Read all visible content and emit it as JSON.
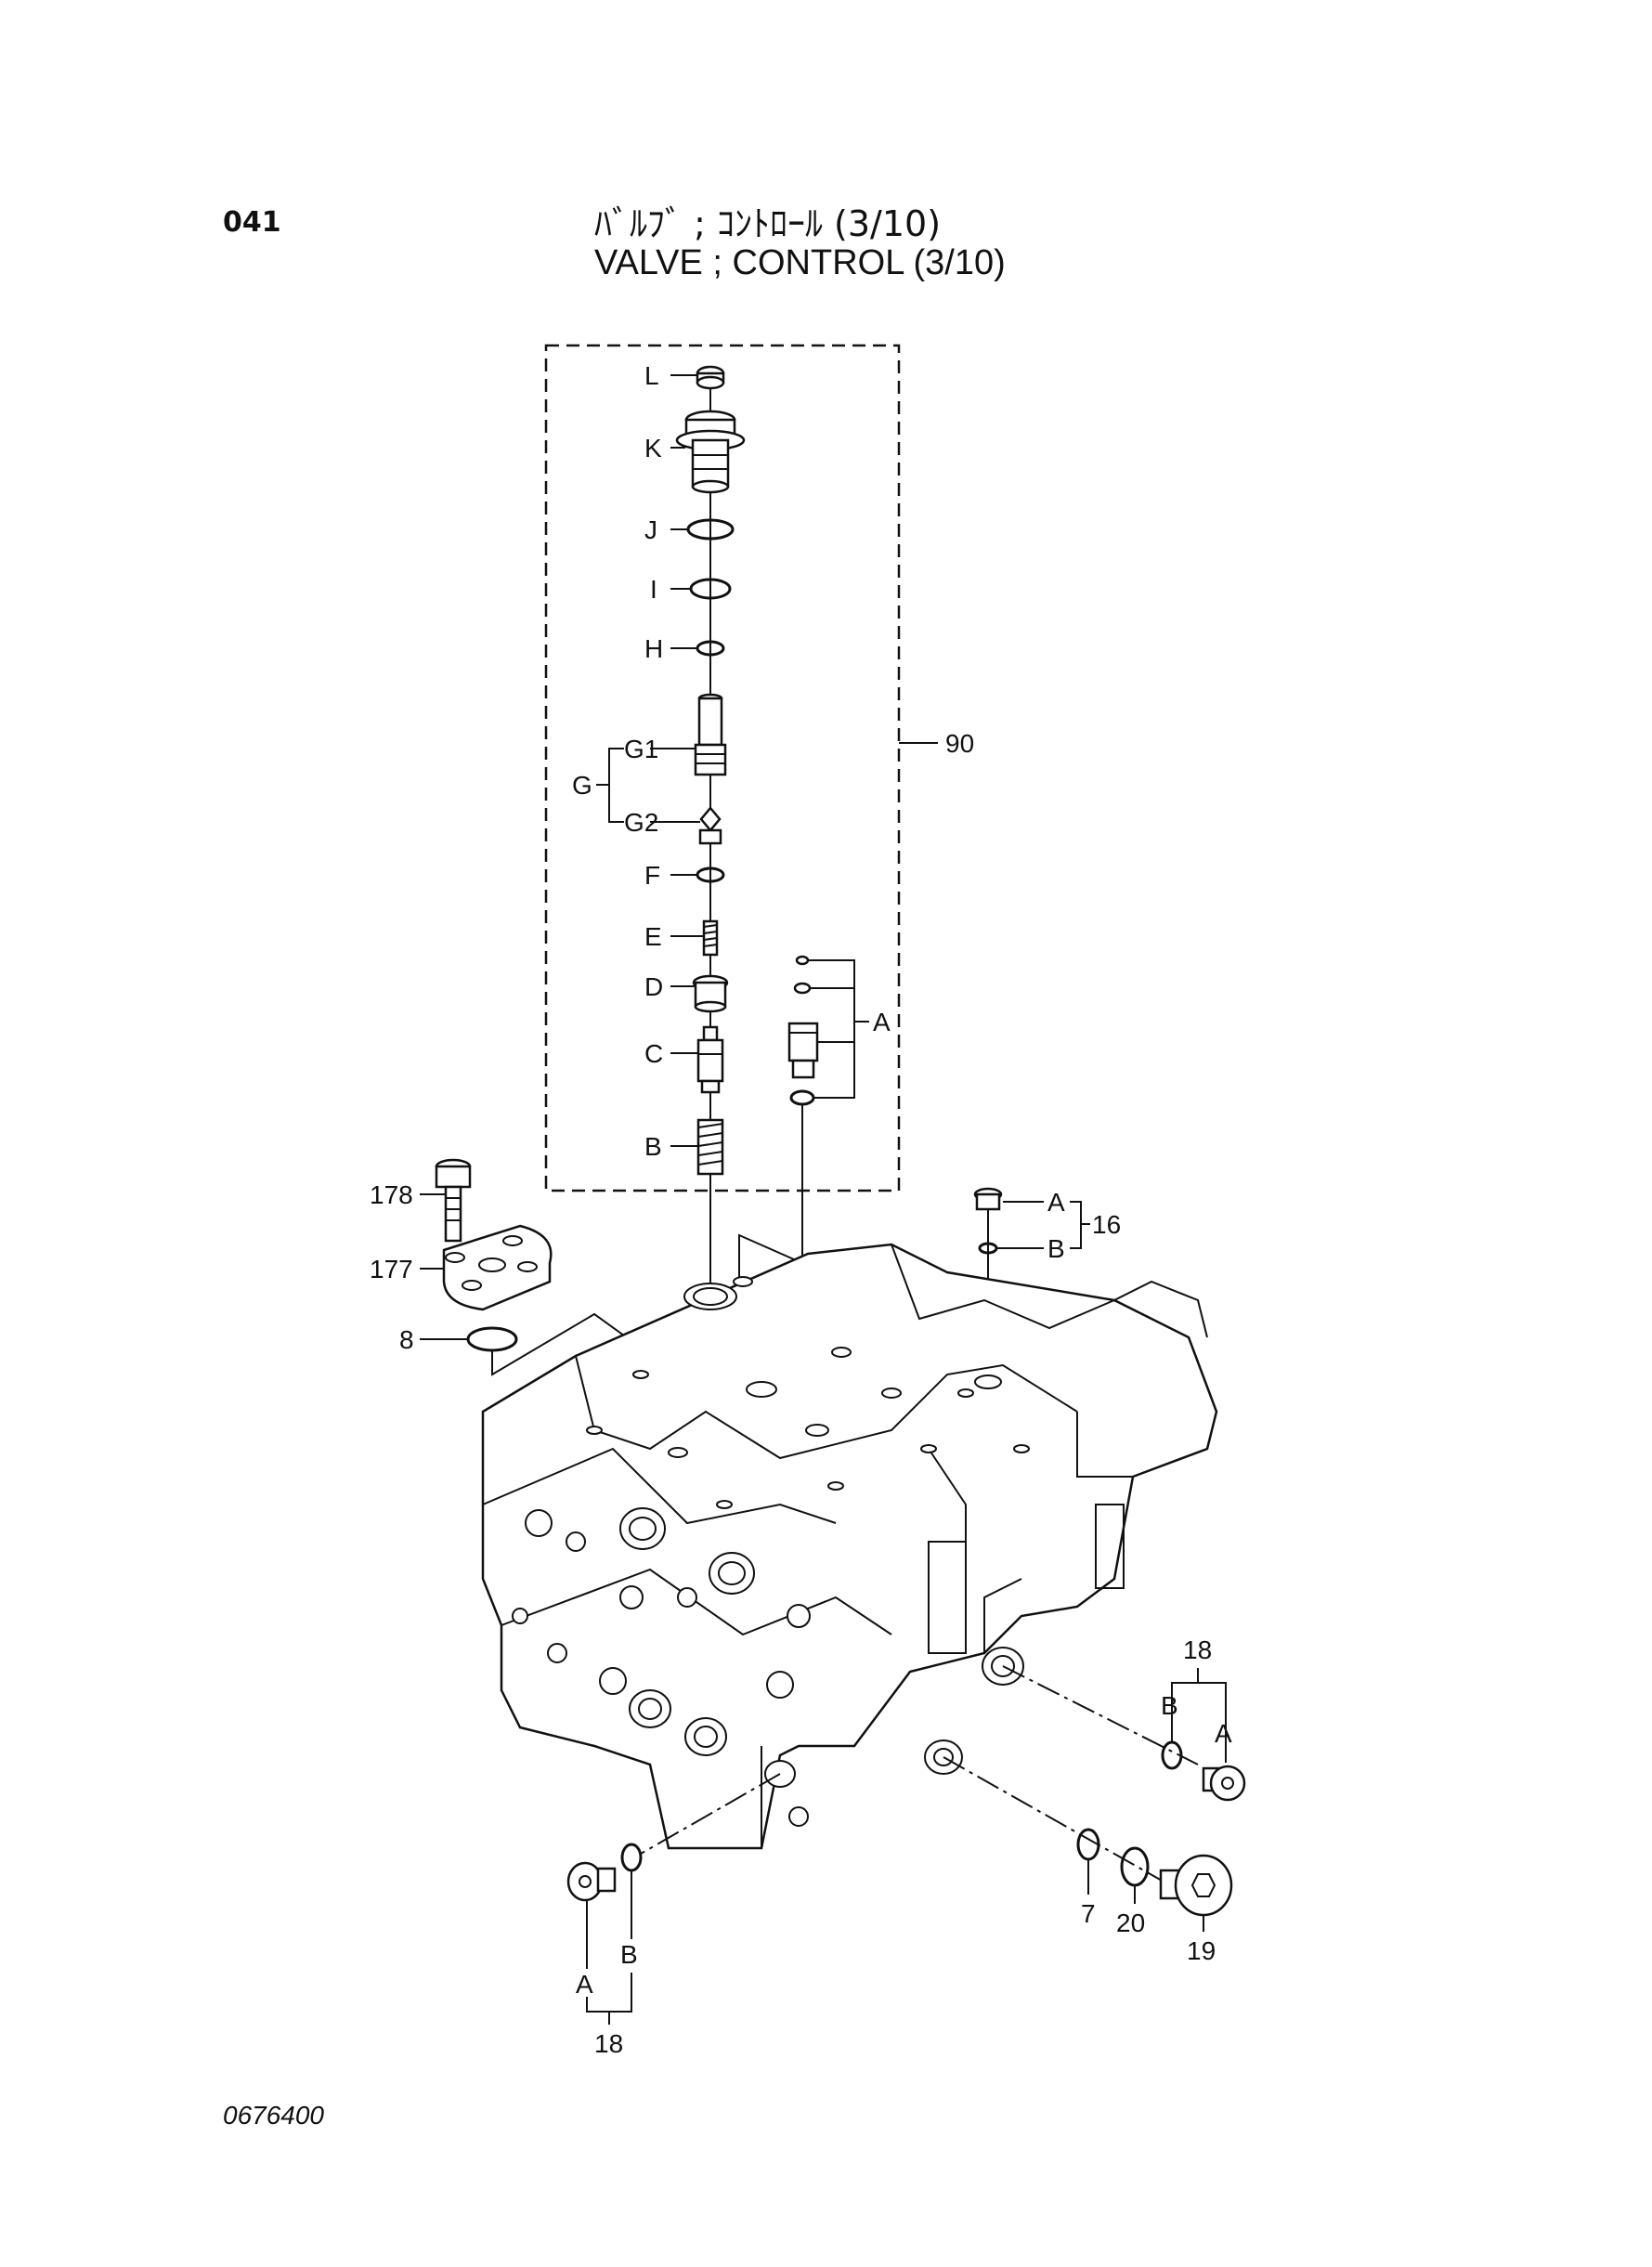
{
  "header": {
    "page_number": "041",
    "title_jp": "ﾊﾞﾙﾌﾞ ; ｺﾝﾄﾛｰﾙ (3/10)",
    "title_en": "VALVE ; CONTROL (3/10)"
  },
  "footer": {
    "doc_number": "0676400"
  },
  "labels": {
    "L": "L",
    "K": "K",
    "J": "J",
    "I": "I",
    "H": "H",
    "G1": "G1",
    "G": "G",
    "G2": "G2",
    "F": "F",
    "E": "E",
    "D": "D",
    "C": "C",
    "B": "B",
    "A": "A",
    "p90": "90",
    "p178": "178",
    "p177": "177",
    "p8": "8",
    "p16_A": "A",
    "p16_B": "B",
    "p16": "16",
    "p18_right": "18",
    "p18_right_B": "B",
    "p18_right_A": "A",
    "p7": "7",
    "p20": "20",
    "p19": "19",
    "p18_left_A": "A",
    "p18_left_B": "B",
    "p18_left": "18"
  }
}
